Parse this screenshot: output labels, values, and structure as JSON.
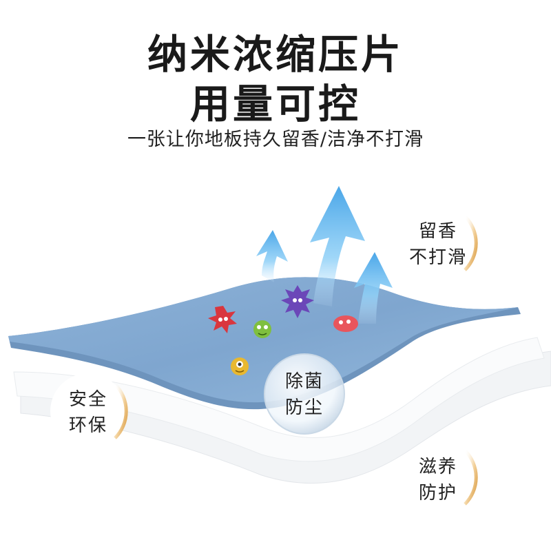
{
  "headline": {
    "line1": "纳米浓缩压片",
    "line2": "用量可控",
    "subtitle": "一张让你地板持久留香/洁净不打滑"
  },
  "features": {
    "fragrance": {
      "line1": "留香",
      "line2": "不打滑"
    },
    "safe": {
      "line1": "安全",
      "line2": "环保"
    },
    "antibacterial": {
      "line1": "除菌",
      "line2": "防尘"
    },
    "nourish": {
      "line1": "滋养",
      "line2": "防护"
    }
  },
  "colors": {
    "sheet": "#7fa6cf",
    "arrow": "#6fb8ec",
    "badge_ring": "#e9b46b"
  }
}
